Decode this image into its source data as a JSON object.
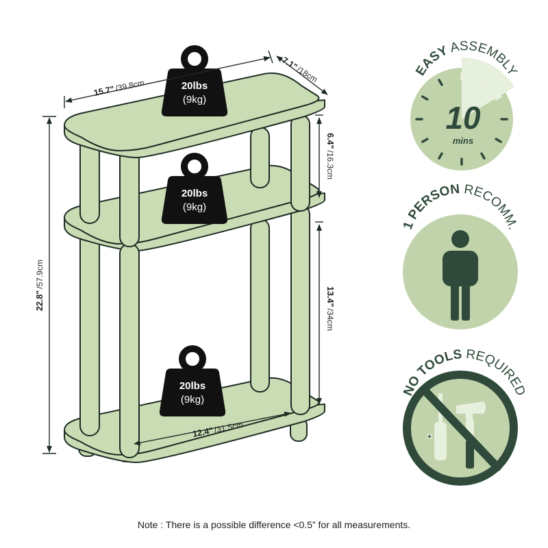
{
  "colors": {
    "shelf_fill": "#c9dcb3",
    "outline": "#1d2b25",
    "badge_fill": "#c1d3ab",
    "badge_dark": "#2f4a3a",
    "weight_fill": "#111111",
    "tick_light": "#e7efdd"
  },
  "dimensions": {
    "width_in": "15.7\"",
    "width_cm": "/39.8cm",
    "depth_in": "7.1\"",
    "depth_cm": "/18cm",
    "height_in": "22.8\"",
    "height_cm": "/57.9cm",
    "upper_gap_in": "6.4\"",
    "upper_gap_cm": "/16.3cm",
    "lower_gap_in": "13.4\"",
    "lower_gap_cm": "/34cm",
    "bottom_width_in": "12.4\"",
    "bottom_width_cm": "/31.5cm"
  },
  "weights": [
    {
      "shelf": "top",
      "line1": "20lbs",
      "line2": "(9kg)"
    },
    {
      "shelf": "middle",
      "line1": "20lbs",
      "line2": "(9kg)"
    },
    {
      "shelf": "bottom",
      "line1": "20lbs",
      "line2": "(9kg)"
    }
  ],
  "badges": {
    "assembly": {
      "bold": "EASY",
      "light": " ASSEMBLY",
      "number": "10",
      "unit": "mins",
      "icon": "clock-icon"
    },
    "person": {
      "bold": "1 PERSON",
      "light": " RECOMM.",
      "icon": "person-icon"
    },
    "tools": {
      "bold": "NO TOOLS",
      "light": " REQUIRED",
      "icon": "no-tools-icon"
    }
  },
  "note": "Note : There is a possible difference <0.5” for all measurements."
}
